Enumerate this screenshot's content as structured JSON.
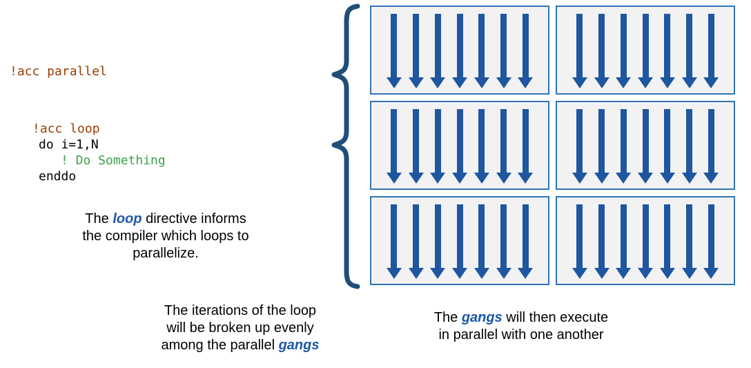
{
  "code": {
    "directive_parallel": "!acc parallel",
    "directive_loop": "!acc loop",
    "do_line": "do i=1,N",
    "comment": "! Do Something",
    "enddo_line": "enddo"
  },
  "captions": {
    "loop_info": {
      "line1_pre": "The ",
      "keyword": "loop",
      "line1_post": " directive informs",
      "line2": "the compiler which loops to",
      "line3": "parallelize."
    },
    "iterations": {
      "line1": "The iterations of the loop",
      "line2": "will be broken up evenly",
      "line3_pre": "among the parallel ",
      "keyword": "gangs"
    },
    "gangs_execute": {
      "line1_pre": "The ",
      "keyword": "gangs",
      "line1_post": " will then execute",
      "line2": "in parallel with one another"
    }
  },
  "diagram": {
    "grid": {
      "rows": 3,
      "cols": 2,
      "arrows_per_box": 7
    }
  },
  "colors": {
    "arrow": "#1E56A0",
    "box_border": "#2E75B6",
    "box_bg": "#F2F2F2",
    "brace": "#1F4E79",
    "code_directive": "#9A3B00",
    "code_comment": "#3BA24B",
    "code_plain": "#000000",
    "keyword": "#1B57A6",
    "text": "#000000"
  }
}
